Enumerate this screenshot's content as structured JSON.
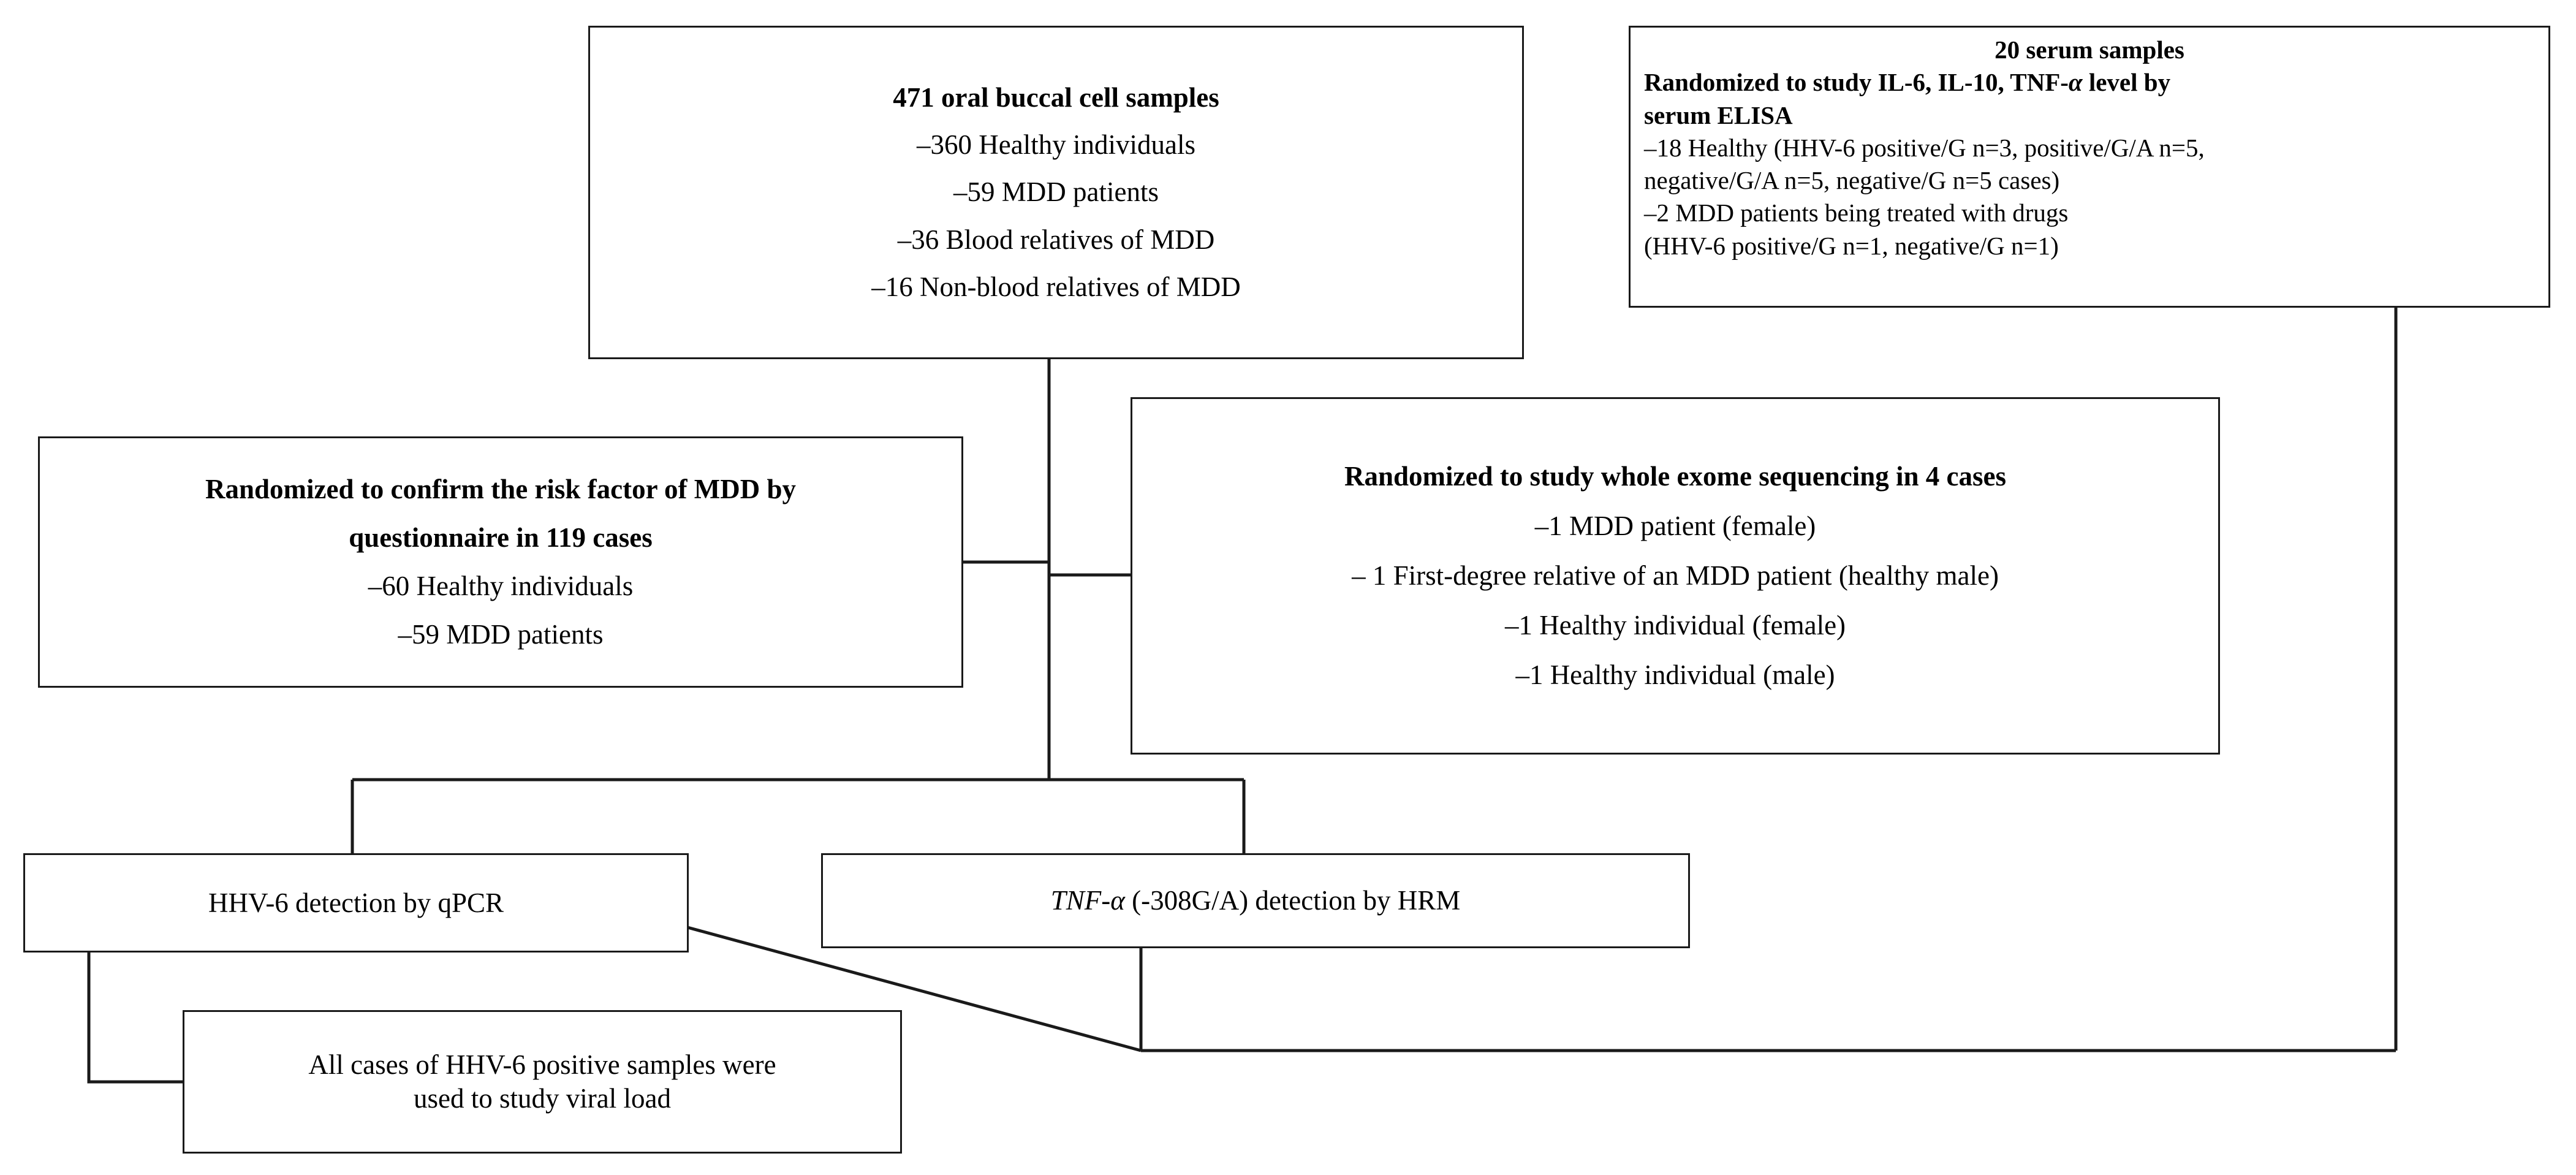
{
  "diagram": {
    "type": "study-flowchart",
    "boxes": {
      "oral_samples": {
        "title": "471 oral buccal cell samples",
        "items": [
          "–360 Healthy individuals",
          "–59 MDD patients",
          "–36 Blood relatives of MDD",
          "–16 Non-blood relatives of MDD"
        ]
      },
      "serum_samples": {
        "title": "20  serum samples",
        "heading_line1_a": "Randomized to study IL-6, IL-10, TNF-",
        "heading_line1_alpha": "α",
        "heading_line1_b": " level by",
        "heading_line2": "serum ELISA",
        "items": [
          "–18 Healthy (HHV-6 positive/G n=3, positive/G/A n=5,",
          "negative/G/A n=5, negative/G n=5 cases)",
          "–2 MDD patients being treated with drugs",
          "(HHV-6 positive/G n=1, negative/G n=1)"
        ]
      },
      "questionnaire": {
        "title_line1": "Randomized to confirm the risk factor of MDD by",
        "title_line2": "questionnaire in 119 cases",
        "items": [
          "–60 Healthy individuals",
          "–59 MDD patients"
        ]
      },
      "exome": {
        "title": "Randomized to study whole exome sequencing in 4 cases",
        "items": [
          "–1 MDD patient (female)",
          "– 1 First-degree relative of an MDD patient (healthy male)",
          "–1 Healthy individual (female)",
          "–1 Healthy individual (male)"
        ]
      },
      "qpcr": {
        "label": "HHV-6 detection by qPCR"
      },
      "hrm": {
        "label_gene": "TNF-α",
        "label_rest": " (-308G/A) detection by HRM"
      },
      "viral_load": {
        "line1": "All cases of HHV-6 positive samples were",
        "line2": "used  to study viral load"
      }
    },
    "colors": {
      "stroke": "#1a1a1a",
      "background": "#ffffff",
      "text": "#000000"
    }
  }
}
